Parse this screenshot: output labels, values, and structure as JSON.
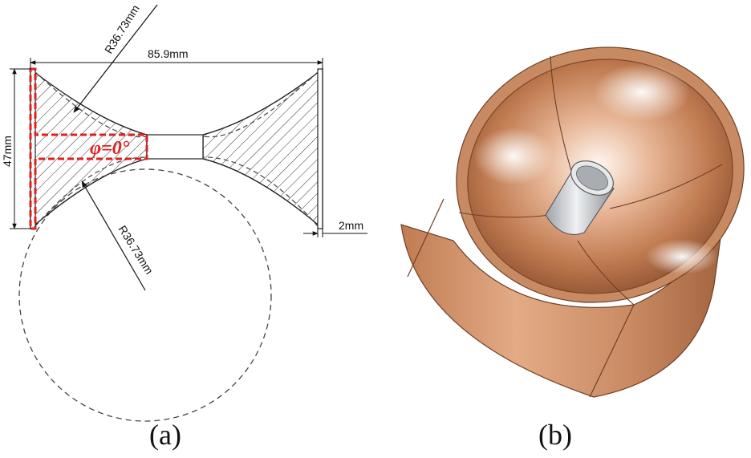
{
  "panel_a": {
    "caption": "(a)",
    "labels": {
      "width": "85.9mm",
      "height": "47mm",
      "radius_top": "R36.73mm",
      "radius_bottom": "R36.73mm",
      "thickness": "2mm",
      "angle": "φ=0°"
    },
    "colors": {
      "highlight": "#e0201e",
      "line": "#222222"
    }
  },
  "panel_b": {
    "caption": "(b)",
    "colors": {
      "copper": "#c98a62",
      "copper_dark": "#8f5434",
      "inner_rod": "#cfd2d6"
    }
  }
}
